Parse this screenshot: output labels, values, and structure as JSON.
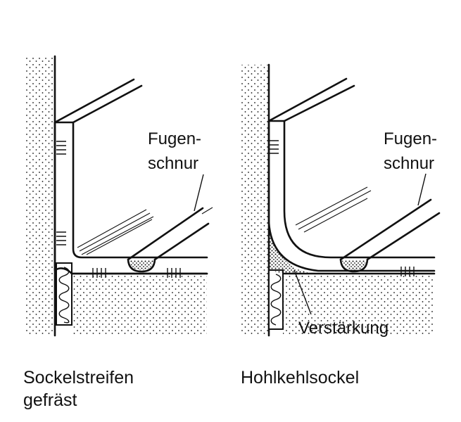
{
  "left": {
    "label_line1": "Fugen-",
    "label_line2": "schnur",
    "caption_line1": "Sockelstreifen",
    "caption_line2": "gefräst"
  },
  "right": {
    "label_line1": "Fugen-",
    "label_line2": "schnur",
    "label_reinforcement": "Verstärkung",
    "caption": "Hohlkehlsockel"
  },
  "colors": {
    "ink": "#111111",
    "paper": "#ffffff"
  }
}
